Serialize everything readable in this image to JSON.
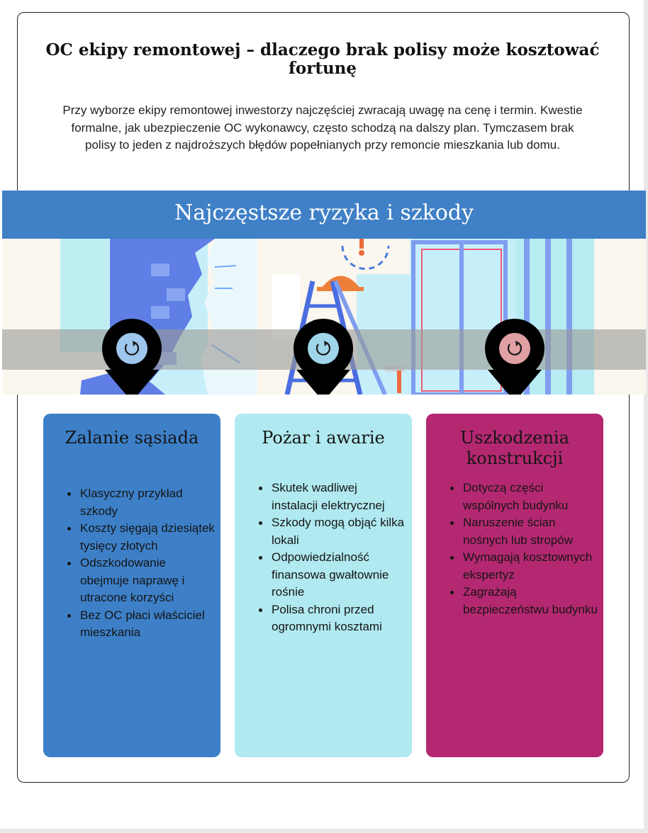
{
  "header": {
    "title": "OC ekipy remontowej – dlaczego brak polisy może kosztować fortunę",
    "intro": "Przy wyborze ekipy remontowej inwestorzy najczęściej zwracają uwagę na cenę i termin. Kwestie formalne, jak ubezpieczenie OC wykonawcy, często schodzą na dalszy plan. Tymczasem brak polisy to jeden z najdroższych błędów popełnianych przy remoncie mieszkania lub domu."
  },
  "banner": {
    "title": "Najczęstsze ryzyka i szkody"
  },
  "illustration": {
    "icons": [
      "refresh-icon",
      "refresh-icon",
      "refresh-icon"
    ],
    "colors": {
      "pin": "#000000",
      "pin_face_1": "#9fc7ee",
      "pin_face_2": "#9fd6ea",
      "pin_face_3": "#e0a0a4"
    }
  },
  "cards": [
    {
      "title": "Zalanie sąsiada",
      "color": "#3d80c8",
      "items": [
        "Klasyczny przykład szkody",
        "Koszty sięgają dziesiątek tysięcy złotych",
        "Odszkodowanie obejmuje naprawę i utracone korzyści",
        "Bez OC płaci właściciel mieszkania"
      ]
    },
    {
      "title": "Pożar i awarie",
      "color": "#b0e9f0",
      "items": [
        "Skutek wadliwej instalacji elektrycznej",
        "Szkody mogą objąć kilka lokali",
        "Odpowiedzialność finansowa gwałtownie rośnie",
        "Polisa chroni przed ogromnymi kosztami"
      ]
    },
    {
      "title": "Uszkodzenia konstrukcji",
      "color": "#b42871",
      "items": [
        "Dotyczą części wspólnych budynku",
        "Naruszenie ścian nośnych lub stropów",
        "Wymagają kosztownych ekspertyz",
        "Zagrażają bezpieczeństwu budynku"
      ]
    }
  ]
}
